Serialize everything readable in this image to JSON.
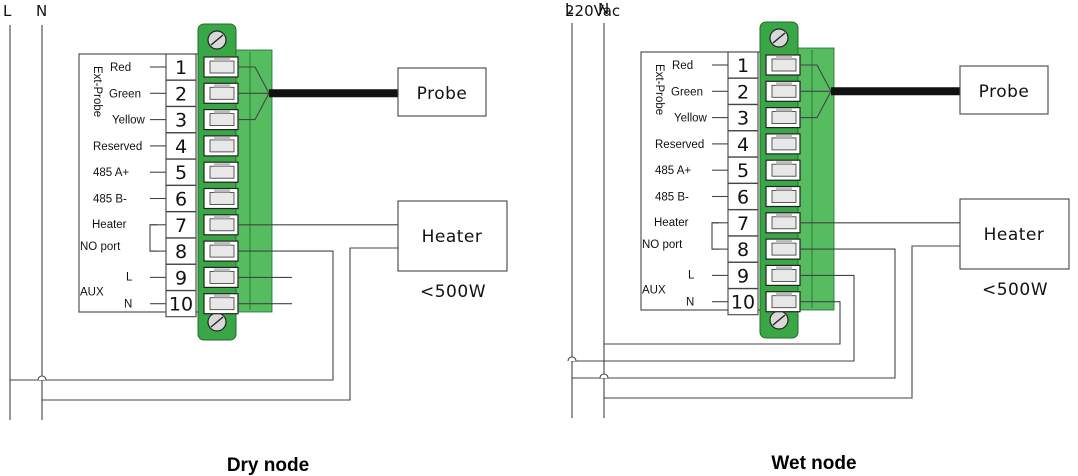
{
  "top_labels": {
    "L": "L",
    "N": "N",
    "voltage": "220Vac"
  },
  "terminal_numbers": [
    "1",
    "2",
    "3",
    "4",
    "5",
    "6",
    "7",
    "8",
    "9",
    "10"
  ],
  "row_labels": {
    "red": "Red",
    "green": "Green",
    "yellow": "Yellow",
    "reserved": "Reserved",
    "a485": "485 A+",
    "b485": "485 B-",
    "heater": "Heater",
    "no_port": "NO port",
    "aux": "AUX",
    "aux_l": "L",
    "aux_n": "N",
    "ext_probe": "Ext-Probe"
  },
  "boxes": {
    "probe": "Probe",
    "heater": "Heater",
    "power": "<500W"
  },
  "captions": {
    "dry": "Dry node",
    "wet": "Wet node"
  }
}
